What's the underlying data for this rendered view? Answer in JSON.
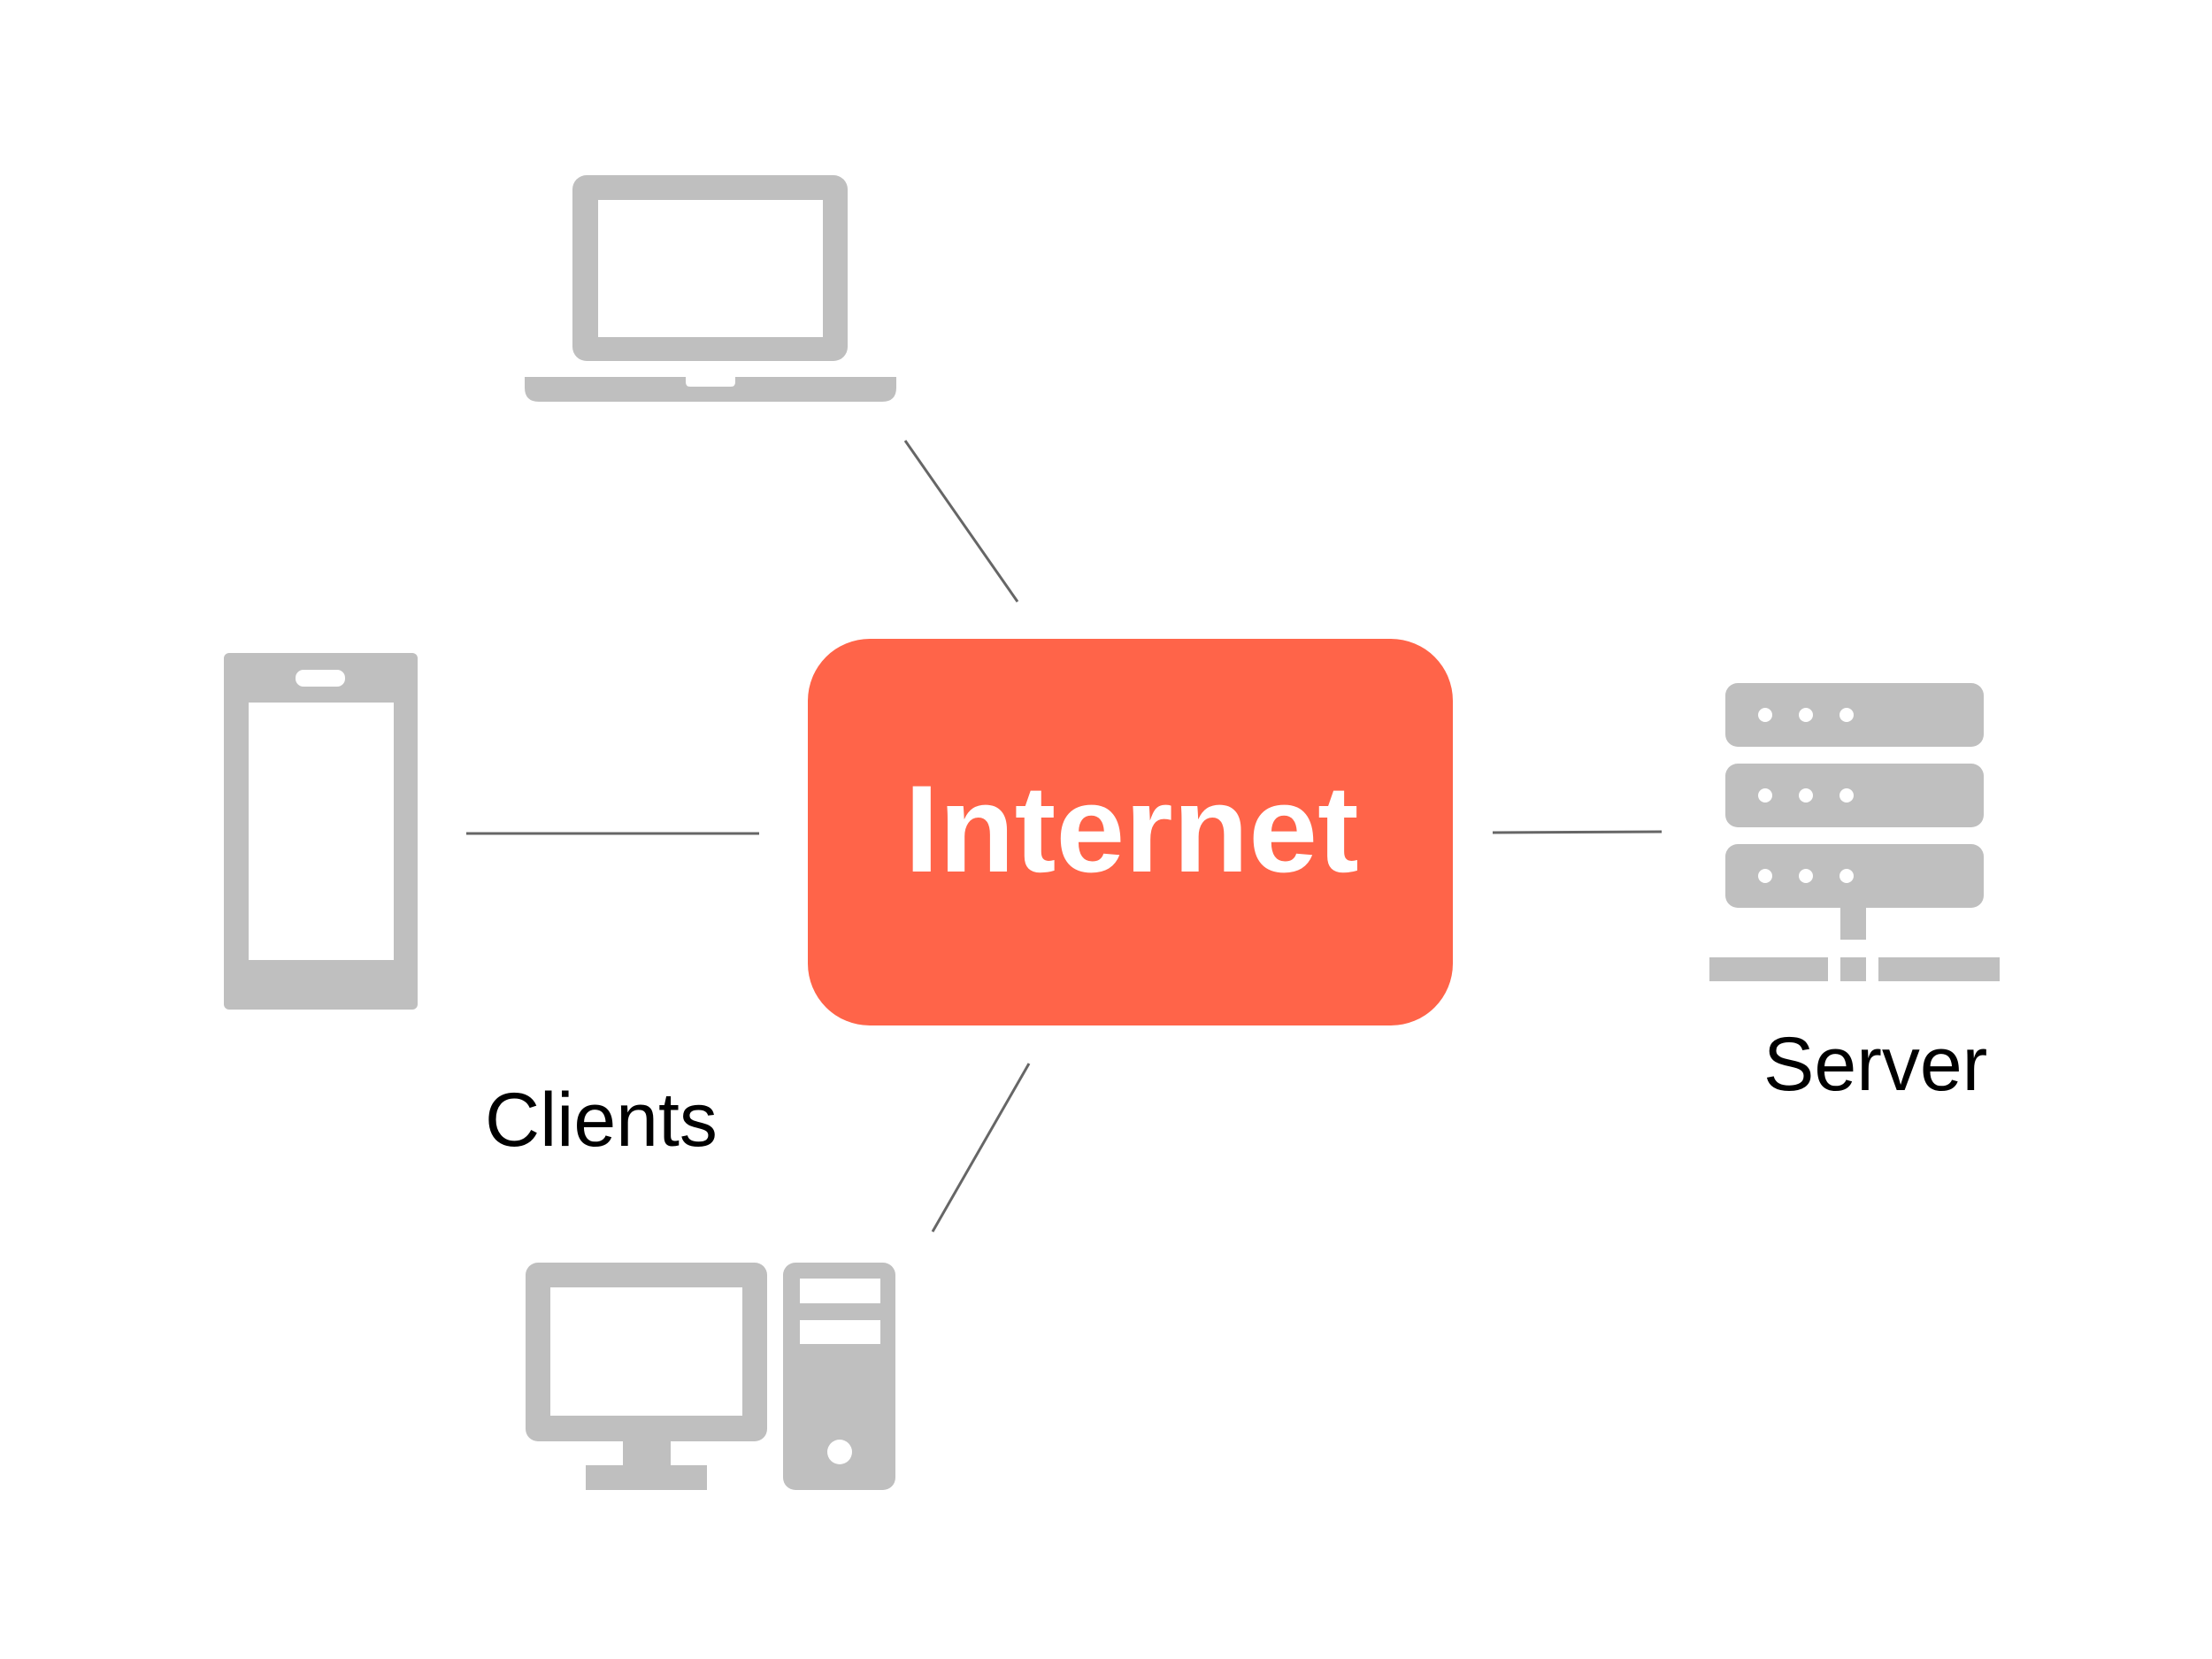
{
  "diagram": {
    "hub": {
      "label": "Internet",
      "color": "#ff6449"
    },
    "clients": {
      "caption": "Clients",
      "devices": [
        {
          "name": "laptop",
          "icon": "laptop-icon"
        },
        {
          "name": "smartphone",
          "icon": "smartphone-icon"
        },
        {
          "name": "desktop-computer",
          "icon": "desktop-computer-icon"
        }
      ]
    },
    "server": {
      "caption": "Server",
      "icon": "server-rack-icon"
    },
    "icon_color": "#bfbfbf",
    "connector_color": "#666666"
  }
}
